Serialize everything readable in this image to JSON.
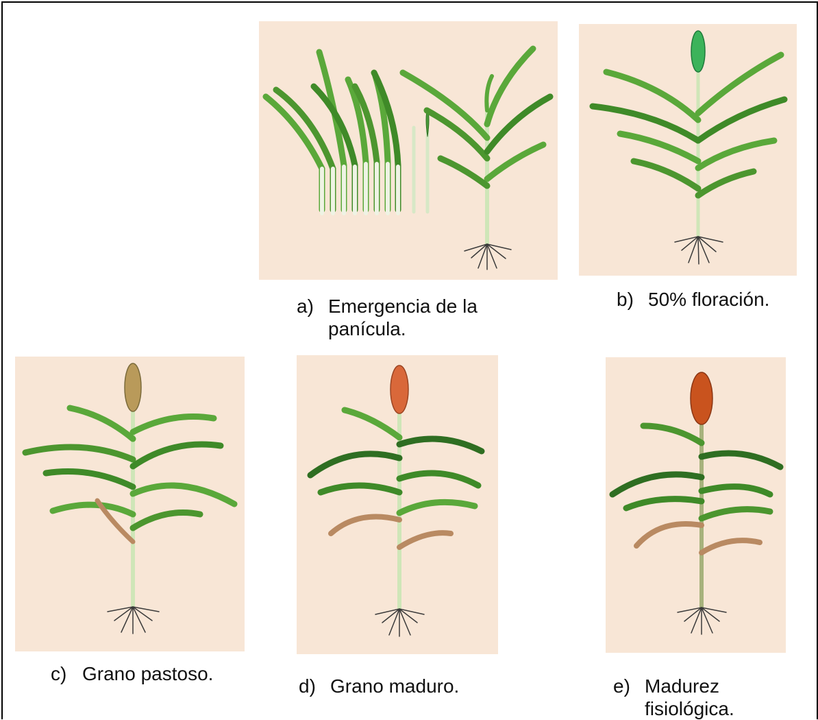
{
  "stages": [
    {
      "id": "a",
      "label": "a)",
      "text": "Emergencia de la panícula."
    },
    {
      "id": "b",
      "label": "b)",
      "text": "50% floración."
    },
    {
      "id": "c",
      "label": "c)",
      "text": "Grano pastoso."
    },
    {
      "id": "d",
      "label": "d)",
      "text": "Grano maduro."
    },
    {
      "id": "e",
      "label": "e)",
      "text": "Madurez fisiológica."
    }
  ],
  "colors": {
    "panel_background": "#f8e6d6",
    "leaf_green": "#5aa83a",
    "leaf_dark": "#2f6e22",
    "stem": "#cfe6b8",
    "panicle_green": "#3cb35a",
    "panicle_pasty": "#b99a5a",
    "panicle_mature": "#d9683a",
    "panicle_physiological": "#c9531e",
    "dry_leaf": "#b98a62",
    "roots": "#3a3a3a"
  }
}
